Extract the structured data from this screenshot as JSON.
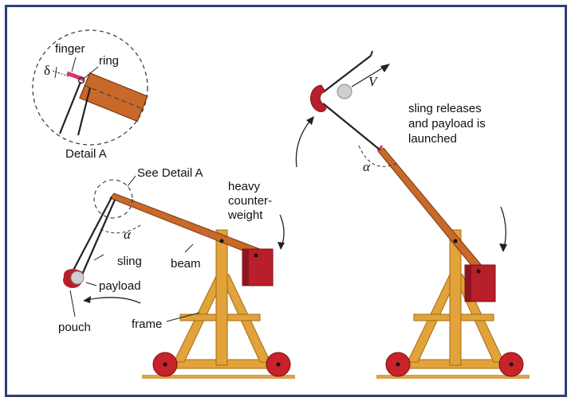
{
  "labels": {
    "finger": "finger",
    "ring": "ring",
    "delta": "δ",
    "detail_a": "Detail A",
    "see_detail_a": "See Detail A",
    "heavy_counterweight_1": "heavy",
    "heavy_counterweight_2": "counter-",
    "heavy_counterweight_3": "weight",
    "alpha_left": "α",
    "alpha_right": "α",
    "sling": "sling",
    "beam": "beam",
    "payload": "payload",
    "pouch": "pouch",
    "frame": "frame",
    "velocity": "V",
    "release_1": "sling releases",
    "release_2": "and payload is",
    "release_3": "launched"
  },
  "colors": {
    "border": "#2d3f7a",
    "beam": "#c8692a",
    "beam_dark": "#8a3e12",
    "frame_wood": "#e1a33a",
    "frame_dark": "#a36b12",
    "counterweight": "#b81f2a",
    "counterweight_dark": "#7a1016",
    "wheel": "#c8222a",
    "ground": "#d9a24e",
    "payload": "#cfcfcf",
    "pouch": "#b81f2a",
    "finger": "#d63a6a"
  }
}
